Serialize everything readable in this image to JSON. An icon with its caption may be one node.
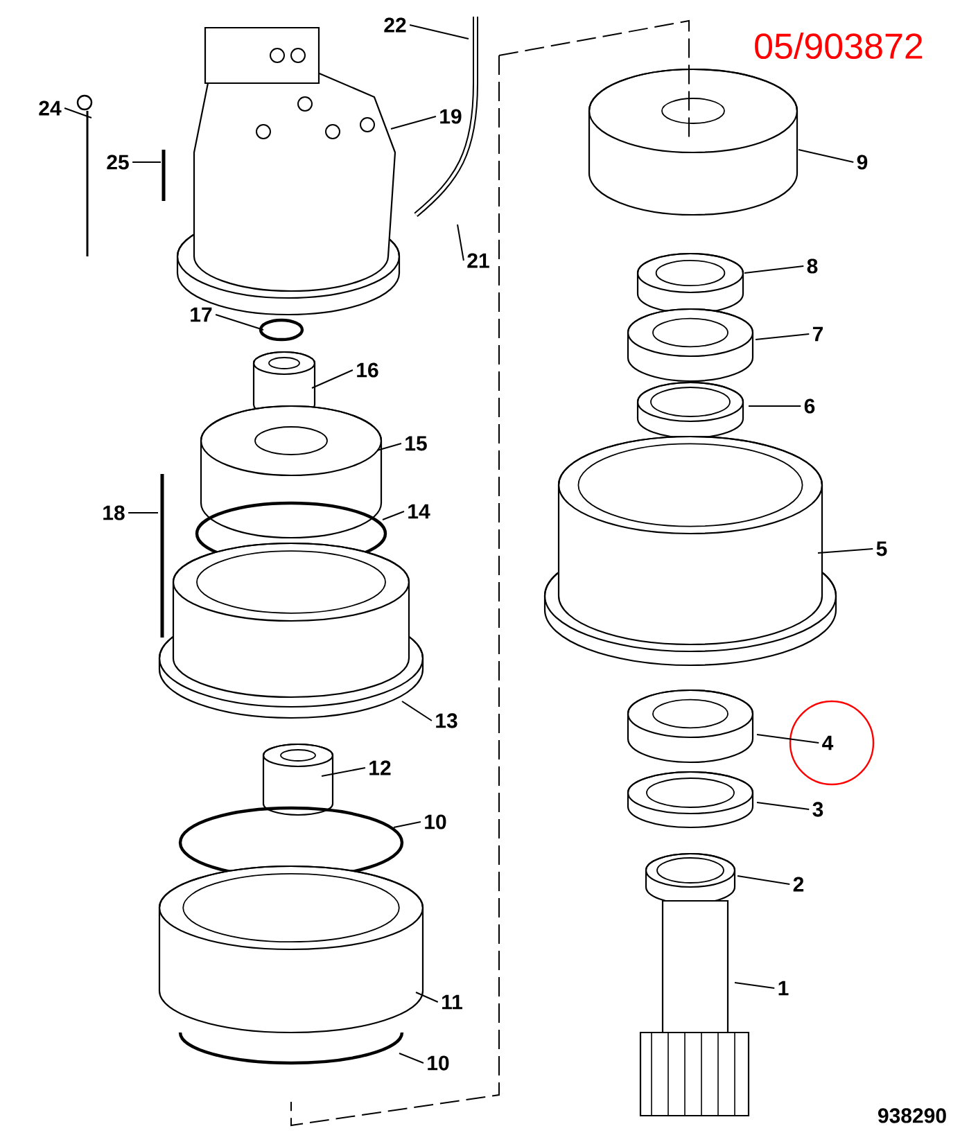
{
  "diagram": {
    "nodes": [
      {
        "text": [
          "24"
        ]
      },
      {
        "text": [
          "25"
        ]
      },
      {
        "text": [
          "22"
        ]
      },
      {
        "text": [
          "19"
        ]
      },
      {
        "text": [
          "21"
        ]
      },
      {
        "text": [
          "17"
        ]
      },
      {
        "text": [
          "16"
        ]
      },
      {
        "text": [
          "15"
        ]
      },
      {
        "text": [
          "14"
        ]
      },
      {
        "text": [
          "18"
        ]
      },
      {
        "text": [
          "13"
        ]
      },
      {
        "text": [
          "12"
        ]
      },
      {
        "text": [
          "10"
        ]
      },
      {
        "text": [
          "11"
        ]
      },
      {
        "text": [
          "10"
        ]
      },
      {
        "text": [
          "9"
        ]
      },
      {
        "text": [
          "8"
        ]
      },
      {
        "text": [
          "7"
        ]
      },
      {
        "text": [
          "6"
        ]
      },
      {
        "text": [
          "5"
        ]
      },
      {
        "text": [
          "4"
        ]
      },
      {
        "text": [
          "3"
        ]
      },
      {
        "text": [
          "2"
        ]
      },
      {
        "text": [
          "1"
        ]
      }
    ],
    "edges": [
      {
        "from": 0,
        "to": null,
        "arrow": "none"
      },
      {
        "from": 1,
        "to": null,
        "arrow": "none"
      },
      {
        "from": 2,
        "to": null,
        "arrow": "none"
      },
      {
        "from": 3,
        "to": null,
        "arrow": "none"
      },
      {
        "from": 4,
        "to": null,
        "arrow": "none"
      },
      {
        "from": 5,
        "to": null,
        "arrow": "none"
      },
      {
        "from": 6,
        "to": null,
        "arrow": "none"
      },
      {
        "from": 7,
        "to": null,
        "arrow": "none"
      },
      {
        "from": 8,
        "to": null,
        "arrow": "none"
      },
      {
        "from": 9,
        "to": null,
        "arrow": "none"
      },
      {
        "from": 10,
        "to": null,
        "arrow": "none"
      },
      {
        "from": 11,
        "to": null,
        "arrow": "none"
      },
      {
        "from": 12,
        "to": null,
        "arrow": "none"
      },
      {
        "from": 13,
        "to": null,
        "arrow": "none"
      },
      {
        "from": 14,
        "to": null,
        "arrow": "none"
      },
      {
        "from": 15,
        "to": null,
        "arrow": "none"
      },
      {
        "from": 16,
        "to": null,
        "arrow": "none"
      },
      {
        "from": 17,
        "to": null,
        "arrow": "none"
      },
      {
        "from": 18,
        "to": null,
        "arrow": "none"
      },
      {
        "from": 19,
        "to": null,
        "arrow": "none"
      },
      {
        "from": 20,
        "to": null,
        "arrow": "none"
      },
      {
        "from": 21,
        "to": null,
        "arrow": "none"
      },
      {
        "from": 22,
        "to": null,
        "arrow": "none"
      },
      {
        "from": 23,
        "to": null,
        "arrow": "none"
      }
    ],
    "labels": [
      "05/903872",
      "938290"
    ]
  }
}
